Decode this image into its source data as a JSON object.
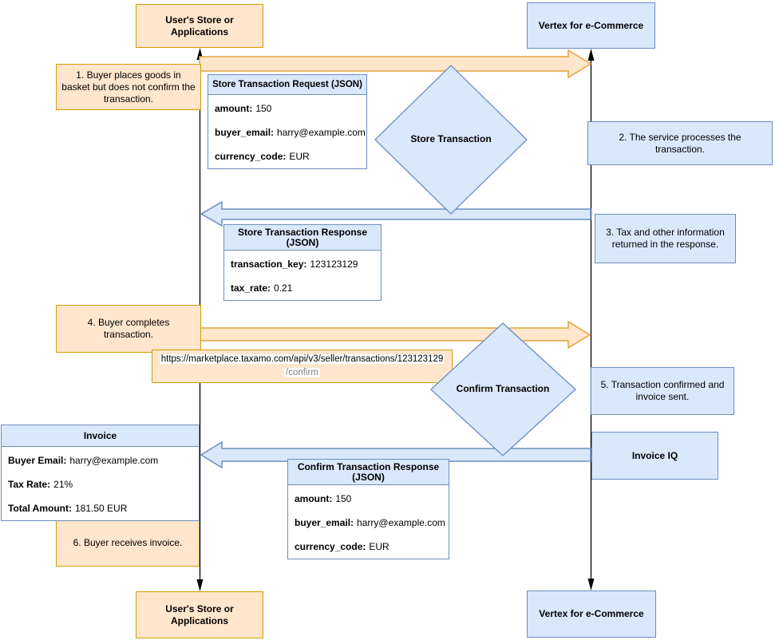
{
  "palette": {
    "orange_fill": "#FFE6CC",
    "orange_stroke": "#D79B00",
    "orange_arrow_stroke": "#E2A33D",
    "blue_fill": "#DAE8FC",
    "blue_stroke": "#6C8EBF",
    "lifeline_color": "#000000",
    "muted_text": "#808080"
  },
  "actors": {
    "user_top": {
      "label": "User's Store or Applications"
    },
    "vertex_top": {
      "label": "Vertex for e-Commerce"
    },
    "user_bottom": {
      "label": "User's Store or Applications"
    },
    "vertex_bottom": {
      "label": "Vertex for e-Commerce"
    }
  },
  "steps": {
    "s1": "1. Buyer places goods in basket but does not confirm the transaction.",
    "s2": "2. The service processes the transaction.",
    "s3": "3. Tax and other information returned in the response.",
    "s4": "4. Buyer completes transaction.",
    "s5": "5. Transaction confirmed and invoice sent.",
    "s6": "6. Buyer receives invoice."
  },
  "diamonds": {
    "store": "Store Transaction",
    "confirm": "Confirm Transaction"
  },
  "invoice_iq_label": "Invoice IQ",
  "url_label": {
    "line1": "https://marketplace.taxamo.com/api/v3/seller/transactions/123123129",
    "line2": "/confirm"
  },
  "boxes": {
    "store_request": {
      "title": "Store Transaction Request (JSON)",
      "rows": [
        {
          "key": "amount:",
          "value": "150"
        },
        {
          "key": "buyer_email:",
          "value": "harry@example.com"
        },
        {
          "key": "currency_code:",
          "value": "EUR"
        }
      ]
    },
    "store_response": {
      "title": "Store Transaction Response (JSON)",
      "rows": [
        {
          "key": "transaction_key:",
          "value": "123123129"
        },
        {
          "key": "tax_rate:",
          "value": "0.21"
        }
      ]
    },
    "confirm_response": {
      "title": "Confirm Transaction Response (JSON)",
      "rows": [
        {
          "key": "amount:",
          "value": "150"
        },
        {
          "key": "buyer_email:",
          "value": "harry@example.com"
        },
        {
          "key": "currency_code:",
          "value": "EUR"
        }
      ]
    },
    "invoice": {
      "title": "Invoice",
      "rows": [
        {
          "key": "Buyer Email:",
          "value": "harry@example.com"
        },
        {
          "key": "Tax Rate:",
          "value": "21%"
        },
        {
          "key": "Total Amount:",
          "value": "181.50 EUR"
        }
      ]
    }
  }
}
